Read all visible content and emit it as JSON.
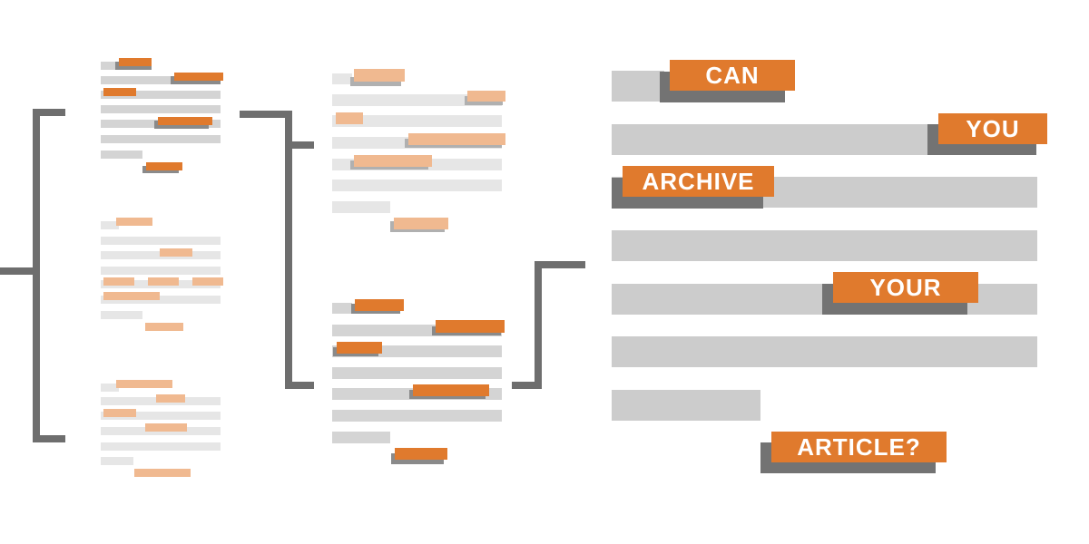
{
  "headline": {
    "words": [
      "CAN",
      "YOU",
      "ARCHIVE",
      "YOUR",
      "ARTICLE?"
    ]
  },
  "colors": {
    "accent": "#e07a2d",
    "accent_light": "#f0b990",
    "bar_gray": "#cccccc",
    "bar_light": "#e6e6e6",
    "shadow": "#737373",
    "bracket": "#6e6e6e"
  }
}
